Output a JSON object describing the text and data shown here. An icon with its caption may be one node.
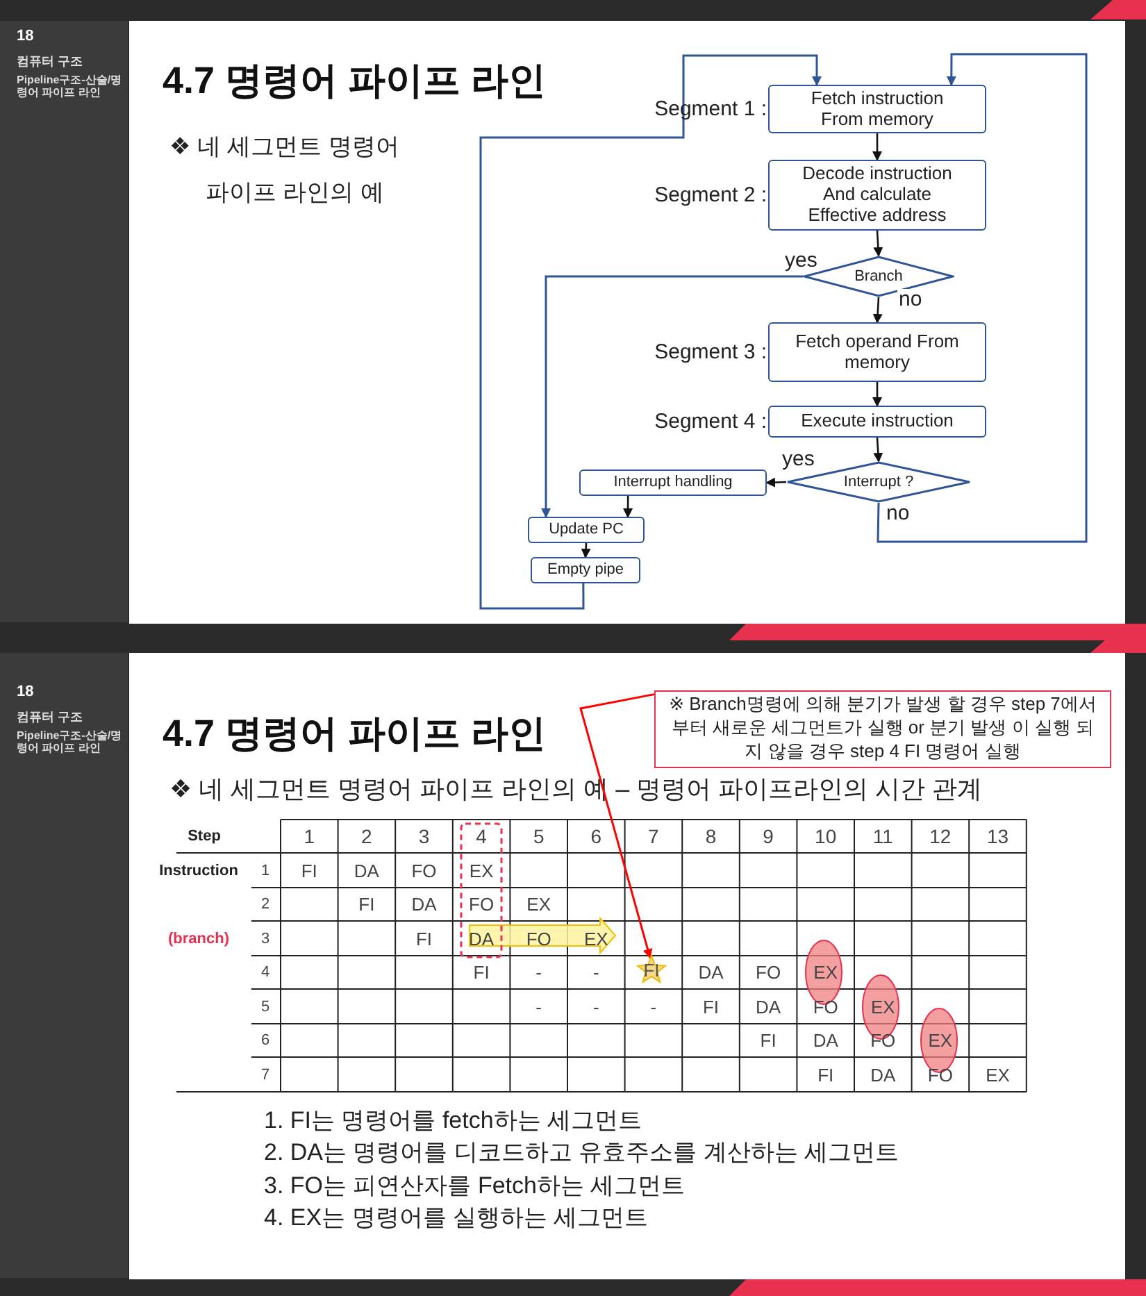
{
  "diagram": {
    "nodes": [
      {
        "text": [
          "Fetch instruction From memory"
        ],
        "beside": [
          "Segment 1 :"
        ]
      },
      {
        "text": [
          "Decode instruction And calculate Effective address"
        ],
        "beside": [
          "Segment 2 :"
        ]
      },
      {
        "text": [
          "Branch"
        ]
      },
      {
        "text": [
          "Fetch operand From memory"
        ],
        "beside": [
          "Segment 3 :"
        ]
      },
      {
        "text": [
          "Execute instruction"
        ],
        "beside": [
          "Segment 4 :"
        ]
      },
      {
        "text": [
          "Interrupt ?"
        ]
      },
      {
        "text": [
          "Interrupt  handling"
        ]
      },
      {
        "text": [
          "Update PC"
        ]
      },
      {
        "text": [
          "Empty pipe"
        ]
      },
      {
        "text": [
          "※ Branch명령에 의해 분기가 발생 할 경우 step 7에서 부터 새로운 세그먼트가 실행 or 분기 발생 이 실행 되지 않을 경우 step 4 FI 명령어 실행"
        ]
      },
      {
        "text": [
          "FI"
        ]
      }
    ],
    "edges": [
      {
        "from": 0,
        "to": 1,
        "arrow": "to"
      },
      {
        "from": 1,
        "to": 2,
        "arrow": "to"
      },
      {
        "from": 2,
        "to": 3,
        "arrow": "to",
        "label": "no"
      },
      {
        "from": 3,
        "to": 4,
        "arrow": "to"
      },
      {
        "from": 4,
        "to": 5,
        "arrow": "to"
      },
      {
        "from": 5,
        "to": 6,
        "arrow": "to",
        "label": "yes"
      },
      {
        "from": 2,
        "to": 7,
        "arrow": "to",
        "label": "yes",
        "color": "#2f5597"
      },
      {
        "from": 6,
        "to": 7,
        "arrow": "to"
      },
      {
        "from": 7,
        "to": 8,
        "arrow": "to"
      },
      {
        "from": 8,
        "to": 0,
        "arrow": "to",
        "color": "#2f5597"
      },
      {
        "from": 5,
        "to": 0,
        "arrow": "to",
        "label": "no",
        "color": "#2f5597"
      },
      {
        "from": 9,
        "to": 10,
        "arrow": "to",
        "color": "#ff0000"
      }
    ],
    "labels": [
      "18",
      "컴퓨터 구조",
      "Pipeline구조-산술/명령어 파이프 라인",
      "4.7 명령어 파이프 라인",
      "❖ 네 세그먼트 명령어 파이프 라인의 예",
      "18",
      "컴퓨터 구조",
      "Pipeline구조-산술/명령어 파이프 라인",
      "4.7 명령어 파이프 라인",
      "❖ 네 세그먼트 명령어 파이프 라인의 예 – 명령어 파이프라인의 시간 관계",
      "Step",
      "1",
      "2",
      "3",
      "4",
      "5",
      "6",
      "7",
      "8",
      "9",
      "10",
      "11",
      "12",
      "13",
      "Instruction",
      "1",
      "FI",
      "DA",
      "FO",
      "EX",
      "2",
      "FI",
      "DA",
      "FO",
      "EX",
      "(branch)",
      "3",
      "FI",
      "DA",
      "FO",
      "EX",
      "4",
      "FI",
      "-",
      "-",
      "DA",
      "FO",
      "EX",
      "5",
      "-",
      "-",
      "-",
      "FI",
      "DA",
      "FO",
      "EX",
      "6",
      "FI",
      "DA",
      "FO",
      "EX",
      "7",
      "FI",
      "DA",
      "FO",
      "EX",
      "1. FI는 명령어를 fetch하는 세그먼트",
      "2. DA는 명령어를 디코드하고 유효주소를 계산하는 세그먼트",
      "3. FO는 피연산자를 Fetch하는 세그먼트",
      "4. EX는 명령어를 실행하는 세그먼트"
    ]
  }
}
